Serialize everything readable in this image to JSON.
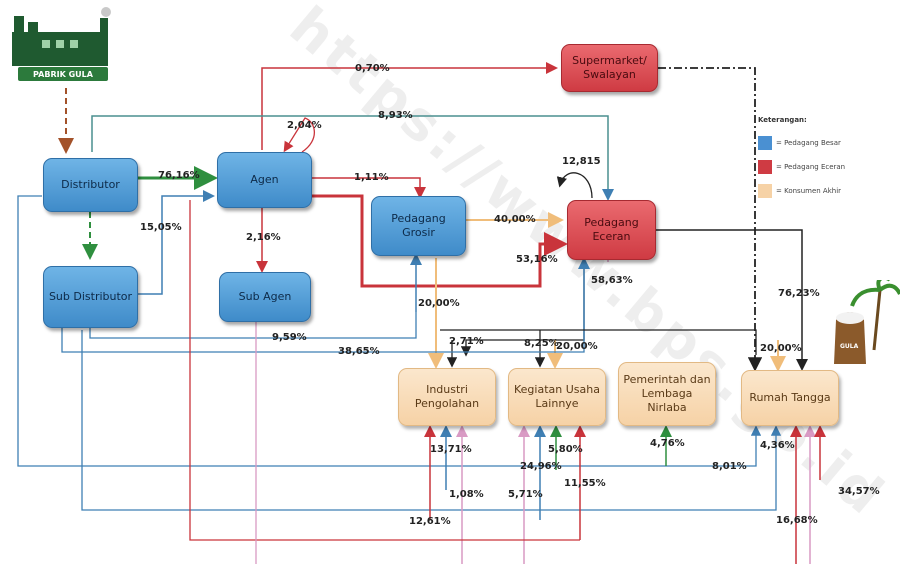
{
  "factory": {
    "label": "PABRIK GULA"
  },
  "nodes": {
    "distributor": "Distributor",
    "agen": "Agen",
    "sub_distributor": "Sub Distributor",
    "sub_agen": "Sub Agen",
    "pedagang_grosir": "Pedagang Grosir",
    "pedagang_eceran": "Pedagang Eceran",
    "supermarket": "Supermarket/ Swalayan",
    "industri": "Industri Pengolahan",
    "kegiatan_usaha": "Kegiatan Usaha Lainnye",
    "pemerintah": "Pemerintah dan Lembaga Nirlaba",
    "rumah_tangga": "Rumah Tangga"
  },
  "legend": {
    "title": "Keterangan:",
    "items": [
      {
        "label": "= Pedagang Besar",
        "color": "#4a90d2"
      },
      {
        "label": "= Pedagang Eceran",
        "color": "#cf3b43"
      },
      {
        "label": "= Konsumen Akhir",
        "color": "#f6d2a6"
      }
    ]
  },
  "sugar_label": "GULA",
  "percentages": {
    "p_0_70": "0,70%",
    "p_8_93": "8,93%",
    "p_2_04": "2,04%",
    "p_76_16": "76,16%",
    "p_15_05": "15,05%",
    "p_1_11": "1,11%",
    "p_2_16": "2,16%",
    "p_12_815": "12,815",
    "p_40_00": "40,00%",
    "p_53_16": "53,16%",
    "p_58_63": "58,63%",
    "p_20_00_a": "20,00%",
    "p_9_59": "9,59%",
    "p_38_65": "38,65%",
    "p_2_71": "2,71%",
    "p_8_25": "8,25%",
    "p_20_00_b": "20,00%",
    "p_76_23": "76,23%",
    "p_20_00_c": "20,00%",
    "p_13_71": "13,71%",
    "p_5_80": "5,80%",
    "p_24_96": "24,96%",
    "p_4_76": "4,76%",
    "p_8_01": "8,01%",
    "p_4_36": "4,36%",
    "p_1_08": "1,08%",
    "p_5_71": "5,71%",
    "p_11_55": "11,55%",
    "p_34_57": "34,57%",
    "p_12_61": "12,61%",
    "p_16_68": "16,68%"
  },
  "colors": {
    "blue_line": "#3f7fb3",
    "red_line": "#c9343b",
    "dark_line": "#222222",
    "teal_line": "#4a8f8f",
    "pink_line": "#d99ac4",
    "orange_line": "#f0bd7a",
    "green_arrow": "#2f8f3f",
    "brown_dash": "#a3522a"
  },
  "watermark": "https://www.bps.go.id"
}
